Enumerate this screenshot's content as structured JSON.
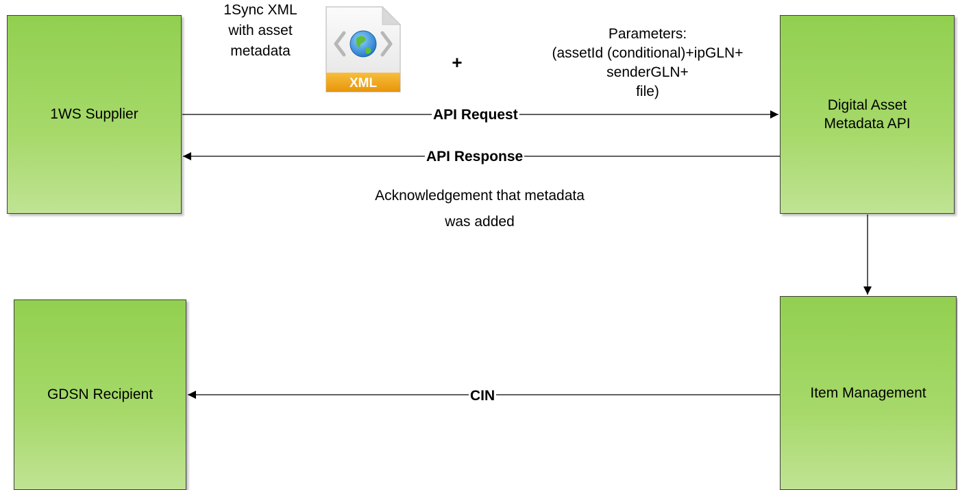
{
  "nodes": {
    "supplier": "1WS Supplier",
    "daapi": "Digital Asset\nMetadata API",
    "gdsn": "GDSN Recipient",
    "itemmgmt": "Item Management"
  },
  "edges": {
    "request": "API Request",
    "response": "API Response",
    "cin": "CIN"
  },
  "annotations": {
    "xml_caption": "1Sync XML\nwith asset\nmetadata",
    "plus": "+",
    "parameters": "Parameters:\n(assetId (conditional)+ipGLN+\nsenderGLN+\nfile)",
    "acknowledgement": "Acknowledgement that metadata\nwas added"
  },
  "icon": {
    "name": "xml-file-icon",
    "label": "XML"
  },
  "colors": {
    "node_fill": "#92d050",
    "icon_banner": "#f0a30a"
  }
}
